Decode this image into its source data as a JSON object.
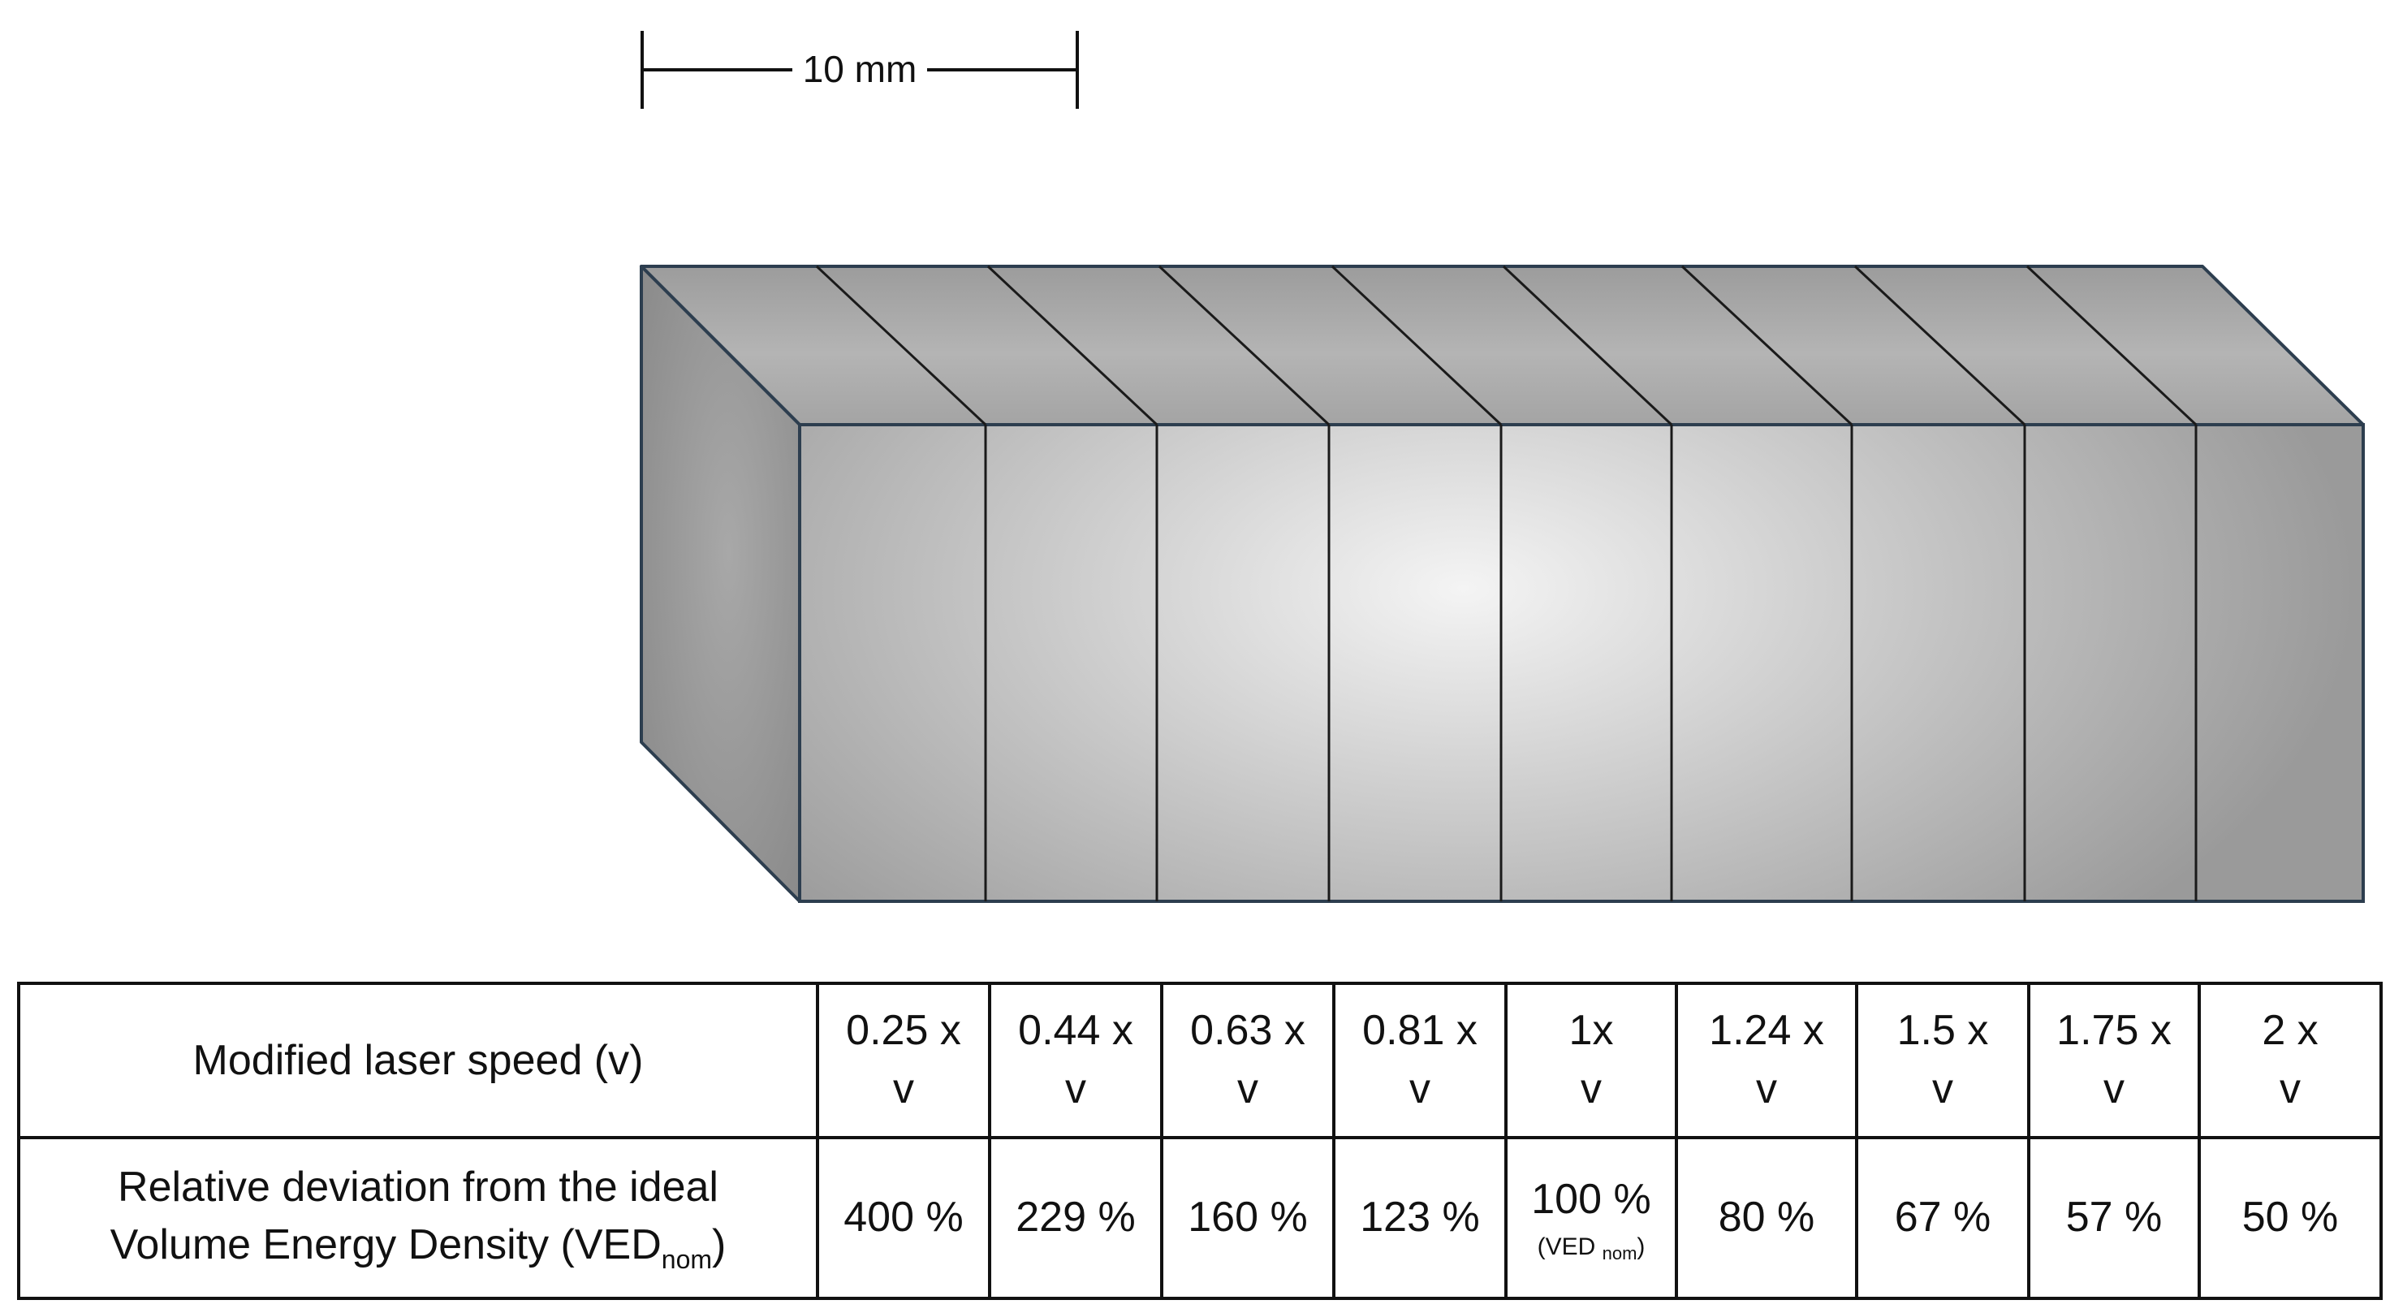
{
  "scale_bar": {
    "label": "10 mm"
  },
  "specimen": {
    "segment_count": 9,
    "colors": {
      "front_center": "#f4f4f4",
      "front_edge": "#9a9a9a",
      "side_face": "#8e8e8e",
      "top_face": "#a6a6a6",
      "outline": "#2d3e4f"
    }
  },
  "table": {
    "speed_header": "Modified laser speed (v)",
    "ved_header_line1": "Relative deviation from the ideal",
    "ved_header_line2_prefix": "Volume Energy Density (VED",
    "ved_header_line2_sub": "nom",
    "ved_header_line2_suffix": ")",
    "speeds": [
      {
        "line1": "0.25 x",
        "line2": "v"
      },
      {
        "line1": "0.44 x",
        "line2": "v"
      },
      {
        "line1": "0.63 x",
        "line2": "v"
      },
      {
        "line1": "0.81 x",
        "line2": "v"
      },
      {
        "line1": "1x",
        "line2": "v"
      },
      {
        "line1": "1.24 x",
        "line2": "v"
      },
      {
        "line1": "1.5 x",
        "line2": "v"
      },
      {
        "line1": "1.75 x",
        "line2": "v"
      },
      {
        "line1": "2 x",
        "line2": "v"
      }
    ],
    "deviations": [
      "400 %",
      "229 %",
      "160 %",
      "123 %",
      "100 %",
      "80 %",
      "67 %",
      "57 %",
      "50 %"
    ],
    "nominal_note_prefix": "(VED",
    "nominal_note_sub": "nom",
    "nominal_note_suffix": ")"
  }
}
